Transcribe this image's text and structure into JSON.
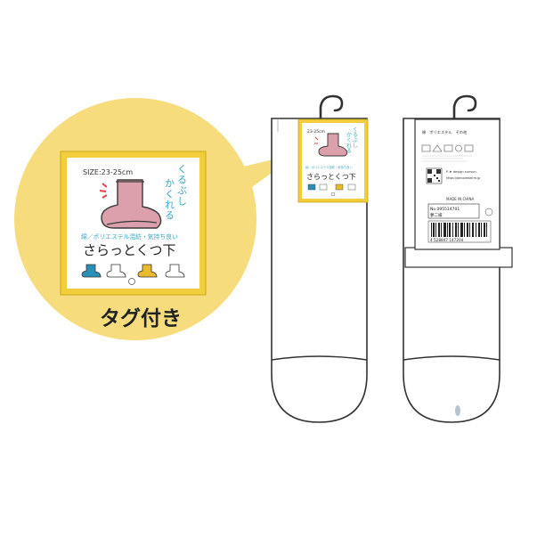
{
  "callout": {
    "size_label": "SIZE:23-25cm",
    "vertical_line1": "くるぶし",
    "vertical_line2": "かくれる",
    "material_line": "綿／ポリエステル混紡・気持ち良い",
    "product_name": "さらっとくつ下",
    "caption": "タグ付き",
    "colors": {
      "frame": "#f6dc7d",
      "border": "#c9a818",
      "accent_text": "#3aa8c5",
      "sock": "#dca0ac"
    },
    "mini_socks": [
      {
        "color": "#2a8fb6"
      },
      {
        "color": "#ffffff"
      },
      {
        "color": "#e9b92f"
      },
      {
        "color": "#ffffff"
      }
    ]
  },
  "front_tag": {
    "size_label": "23-25cm",
    "vertical_line1": "くるぶし",
    "vertical_line2": "かくれる",
    "material_line": "綿／ポリエステル混紡・気持ち良い",
    "product_name": "さらっとくつ下"
  },
  "back_tag": {
    "fiber_line": "綿　ポリエステル　その他",
    "brand_line": "P-★ design sunsun",
    "url_line": "https://decodeseirm.jp",
    "made_in": "MADE IN CHINA",
    "item_no": "No.095514701",
    "product_code": "夢二様",
    "barcode_digits": "4 528847 147204"
  }
}
